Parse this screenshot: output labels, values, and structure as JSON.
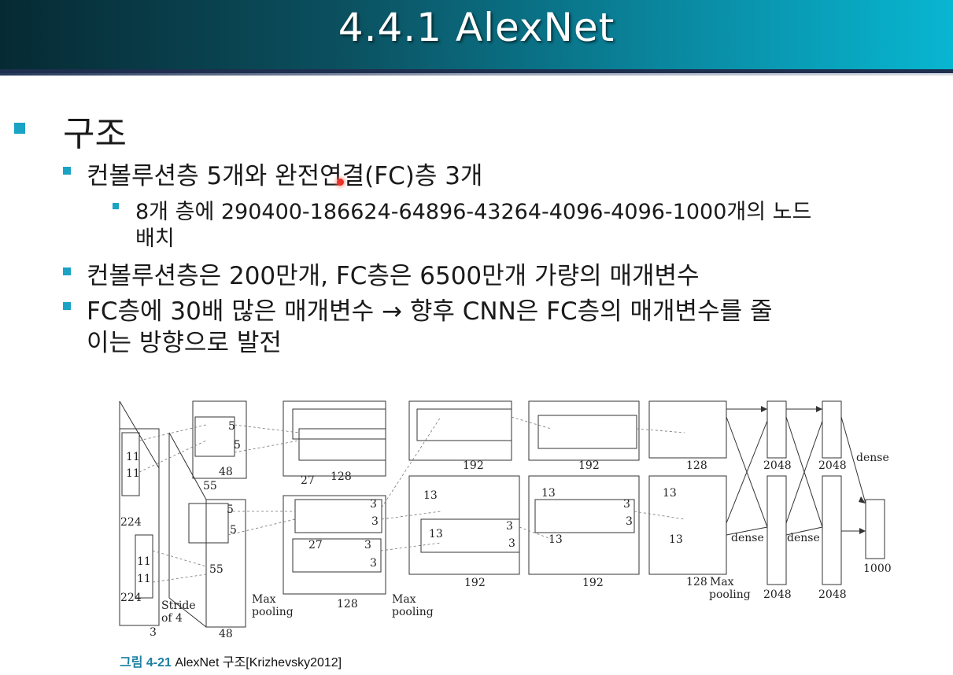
{
  "slide": {
    "title": "4.4.1 AlexNet",
    "heading": "구조",
    "bullets": {
      "b1": "컨볼루션층 5개와 완전연결(FC)층 3개",
      "b1_sub_line1": "8개 층에 290400-186624-64896-43264-4096-4096-1000개의 노드",
      "b1_sub_line2": "배치",
      "b2": "컨볼루션층은 200만개, FC층은 6500만개 가량의 매개변수",
      "b3_line1": "FC층에 30배 많은 매개변수 → 향후 CNN은 FC층의 매개변수를 줄",
      "b3_line2": "이는 방향으로 발전"
    }
  },
  "figure": {
    "caption_num": "그림 4-21",
    "caption_text": "AlexNet 구조[Krizhevsky2012]",
    "labels": {
      "input_size": "224",
      "input_size_bottom": "224",
      "input_channels": "3",
      "kernel11": "11",
      "stride_line1": "Stride",
      "stride_line2": "of 4",
      "conv1_size": "55",
      "conv1_depth": "48",
      "k5": "5",
      "conv2_size": "27",
      "conv2_depth": "128",
      "k3": "3",
      "conv3_size": "13",
      "conv3_depth": "192",
      "conv5_depth": "128",
      "max": "Max",
      "pooling": "pooling",
      "fc": "2048",
      "dense": "dense",
      "output": "1000"
    }
  }
}
